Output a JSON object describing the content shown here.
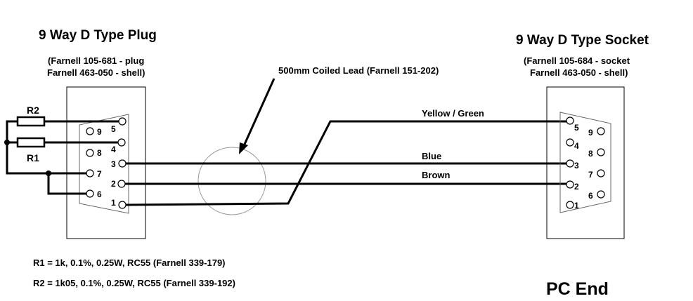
{
  "plug": {
    "title": "9 Way D Type Plug",
    "line1": "(Farnell 105-681 - plug",
    "line2": "Farnell 463-050 - shell)",
    "pins": [
      "1",
      "2",
      "3",
      "4",
      "5",
      "6",
      "7",
      "8",
      "9"
    ]
  },
  "socket": {
    "title": "9 Way D Type Socket",
    "line1": "(Farnell 105-684  - socket",
    "line2": "Farnell 463-050 - shell)",
    "pins": [
      "1",
      "2",
      "3",
      "4",
      "5",
      "6",
      "7",
      "8",
      "9"
    ]
  },
  "lead": {
    "label": "500mm Coiled Lead (Farnell 151-202)"
  },
  "wires": {
    "yellow_green": "Yellow / Green",
    "blue": "Blue",
    "brown": "Brown"
  },
  "resistors": {
    "r1": "R1",
    "r2": "R2",
    "r1_spec": "R1 = 1k, 0.1%, 0.25W, RC55 (Farnell 339-179)",
    "r2_spec": "R2 = 1k05, 0.1%, 0.25W, RC55 (Farnell 339-192)"
  },
  "pc_end": "PC End"
}
